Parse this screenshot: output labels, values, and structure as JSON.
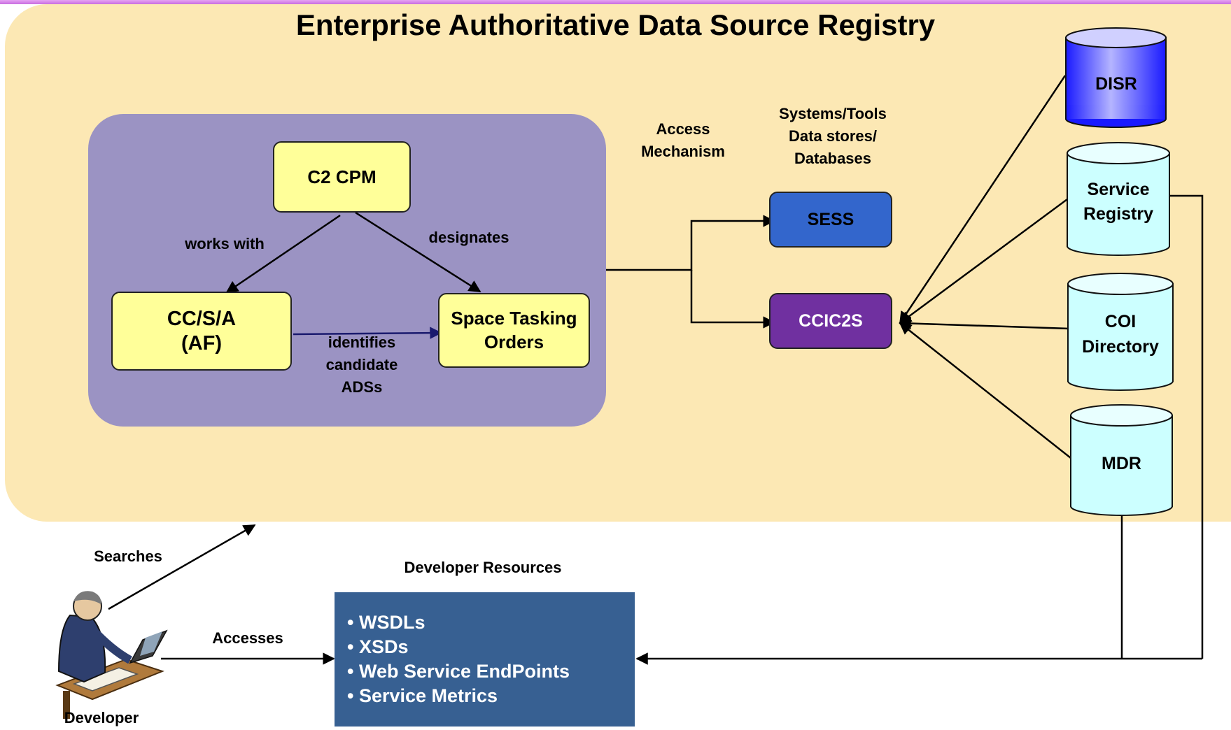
{
  "title": "Enterprise Authoritative Data Source Registry",
  "nodes": {
    "c2cpm": "C2 CPM",
    "ccsa": "CC/S/A\n(AF)",
    "space_tasking": "Space Tasking\nOrders",
    "sess": "SESS",
    "ccic2s": "CCIC2S",
    "disr": "DISR",
    "service_registry": "Service\nRegistry",
    "coi_directory": "COI\nDirectory",
    "mdr": "MDR"
  },
  "edge_labels": {
    "works_with": "works with",
    "designates": "designates",
    "identifies": "identifies\ncandidate\nADSs",
    "searches": "Searches",
    "accesses": "Accesses"
  },
  "headers": {
    "access_mechanism": "Access\nMechanism",
    "systems_tools": "Systems/Tools\nData stores/\nDatabases",
    "developer_resources": "Developer Resources"
  },
  "developer": {
    "label": "Developer"
  },
  "developer_resources": {
    "items": [
      "• WSDLs",
      "• XSDs",
      "• Web Service EndPoints",
      "• Service Metrics"
    ]
  },
  "colors": {
    "panel": "#fce8b4",
    "inner_panel": "#9b93c3",
    "yellow_box": "#ffff99",
    "sess": "#3366cc",
    "ccic2s": "#7030a0",
    "disr": "#3333ff",
    "cyan_db": "#ccffff",
    "resources_box": "#376092"
  }
}
